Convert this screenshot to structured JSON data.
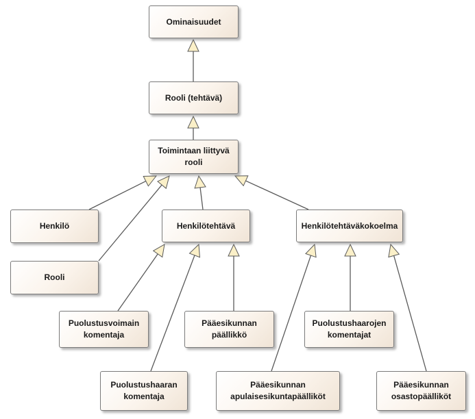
{
  "diagram": {
    "nodes": [
      {
        "id": "ominaisuudet",
        "label": "Ominaisuudet"
      },
      {
        "id": "rooli-tehtava",
        "label": "Rooli (tehtävä)"
      },
      {
        "id": "toimintaan",
        "label": "Toimintaan liittyvä\nrooli"
      },
      {
        "id": "henkilo",
        "label": "Henkilö"
      },
      {
        "id": "rooli",
        "label": "Rooli"
      },
      {
        "id": "henkilotehtava",
        "label": "Henkilötehtävä"
      },
      {
        "id": "henkilotehtavakokoelma",
        "label": "Henkilötehtäväkokoelma"
      },
      {
        "id": "puolustusvoimain",
        "label": "Puolustusvoimain\nkomentaja"
      },
      {
        "id": "paaesikunnan-paallikko",
        "label": "Pääesikunnan\npäällikkö"
      },
      {
        "id": "puolustushaarojen",
        "label": "Puolustushaarojen\nkomentajat"
      },
      {
        "id": "puolustushaaran",
        "label": "Puolustushaaran\nkomentaja"
      },
      {
        "id": "apulaisesikuntapaallikot",
        "label": "Pääesikunnan\napulaisesikuntapäälliköt"
      },
      {
        "id": "osastopaallikot",
        "label": "Pääesikunnan\nosastopäälliköt"
      }
    ],
    "edges": [
      {
        "from": "rooli-tehtava",
        "to": "ominaisuudet",
        "kind": "generalization"
      },
      {
        "from": "toimintaan",
        "to": "rooli-tehtava",
        "kind": "generalization"
      },
      {
        "from": "henkilo",
        "to": "toimintaan",
        "kind": "generalization"
      },
      {
        "from": "rooli",
        "to": "toimintaan",
        "kind": "generalization"
      },
      {
        "from": "henkilotehtava",
        "to": "toimintaan",
        "kind": "generalization"
      },
      {
        "from": "henkilotehtavakokoelma",
        "to": "toimintaan",
        "kind": "generalization"
      },
      {
        "from": "puolustusvoimain",
        "to": "henkilotehtava",
        "kind": "generalization"
      },
      {
        "from": "puolustushaaran",
        "to": "henkilotehtava",
        "kind": "generalization"
      },
      {
        "from": "paaesikunnan-paallikko",
        "to": "henkilotehtava",
        "kind": "generalization"
      },
      {
        "from": "apulaisesikuntapaallikot",
        "to": "henkilotehtavakokoelma",
        "kind": "generalization"
      },
      {
        "from": "puolustushaarojen",
        "to": "henkilotehtavakokoelma",
        "kind": "generalization"
      },
      {
        "from": "osastopaallikot",
        "to": "henkilotehtavakokoelma",
        "kind": "generalization"
      }
    ],
    "colors": {
      "edge": "#5a5a5a",
      "arrow_fill": "#fbf0c8",
      "arrow_stroke": "#5a5a5a"
    }
  }
}
